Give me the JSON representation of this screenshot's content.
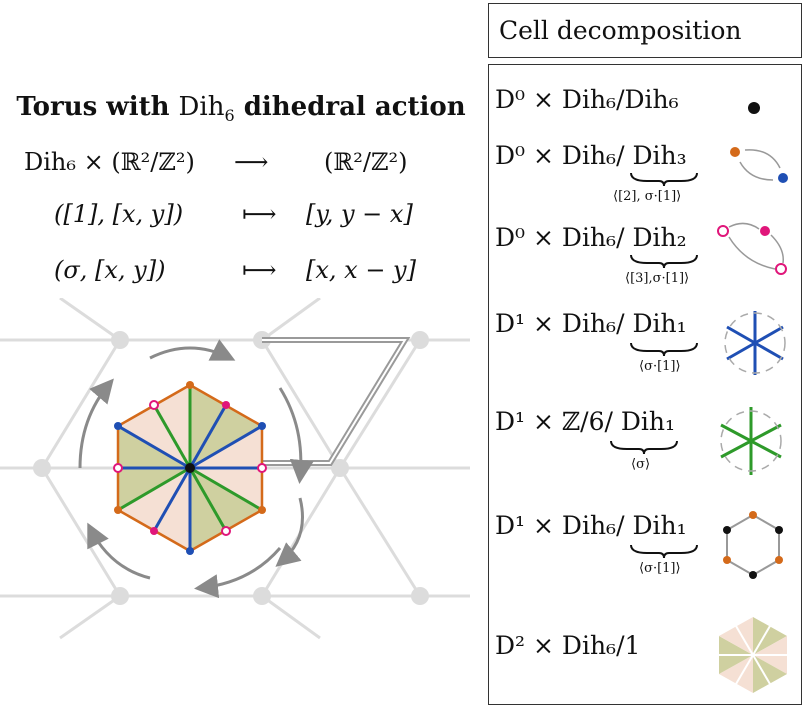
{
  "title": {
    "prefix": "Torus with ",
    "group": "Dih",
    "group_sub": "6",
    "suffix": " dihedral action"
  },
  "map_rows": [
    {
      "left": "Dih₆ × (ℝ²/ℤ²)",
      "arrow": "⟶",
      "right": "(ℝ²/ℤ²)"
    },
    {
      "left": "([1], [x, y])",
      "arrow": "⟼",
      "right": "[y, y − x]"
    },
    {
      "left": "(σ, [x, y])",
      "arrow": "⟼",
      "right": "[x, x − y]"
    }
  ],
  "panel_header": "Cell decomposition",
  "cells": [
    {
      "label": "D⁰ × Dih₆/Dih₆",
      "subscript": ""
    },
    {
      "label": "D⁰ × Dih₆/ Dih₃",
      "subscript": "⟨[2], σ·[1]⟩"
    },
    {
      "label": "D⁰ × Dih₆/ Dih₂",
      "subscript": "⟨[3],σ·[1]⟩"
    },
    {
      "label": "D¹ × Dih₆/ Dih₁",
      "subscript": "⟨σ·[1]⟩"
    },
    {
      "label": "D¹ × ℤ/6/ Dih₁",
      "subscript": "⟨σ⟩"
    },
    {
      "label": "D¹ × Dih₆/ Dih₁",
      "subscript": "⟨σ·[1]⟩"
    },
    {
      "label": "D² × Dih₆/1",
      "subscript": ""
    }
  ],
  "colors": {
    "blue": "#1f4fb4",
    "green": "#2e9a2a",
    "orange": "#d46a1a",
    "magenta": "#e0167a",
    "hex_fill_light": "#f5e0d4",
    "hex_fill_olive": "#cfd0a0",
    "gray_lines": "#dcdcdc",
    "arrow_gray": "#8a8a8a"
  }
}
